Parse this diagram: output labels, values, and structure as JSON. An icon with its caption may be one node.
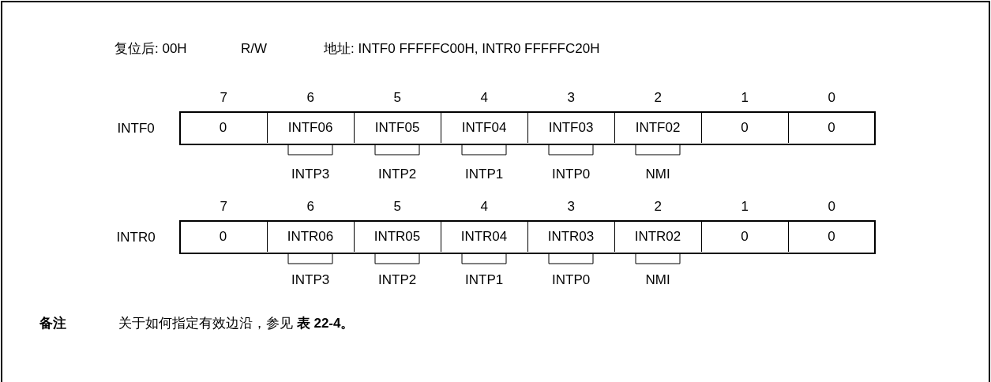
{
  "diagram": {
    "labels": [
      "复位后: 00H",
      "R/W",
      "地址: INTF0 FFFFFC00H, INTR0 FFFFFC20H",
      "7",
      "6",
      "5",
      "4",
      "3",
      "2",
      "1",
      "0",
      "INTF0",
      "0",
      "INTF06",
      "INTF05",
      "INTF04",
      "INTF03",
      "INTF02",
      "0",
      "0",
      "INTP3",
      "INTP2",
      "INTP1",
      "INTP0",
      "NMI",
      "7",
      "6",
      "5",
      "4",
      "3",
      "2",
      "1",
      "0",
      "INTR0",
      "0",
      "INTR06",
      "INTR05",
      "INTR04",
      "INTR03",
      "INTR02",
      "0",
      "0",
      "INTP3",
      "INTP2",
      "INTP1",
      "INTP0",
      "NMI",
      "备注",
      "关于如何指定有效边沿，参见 **表 22-4。**"
    ]
  }
}
